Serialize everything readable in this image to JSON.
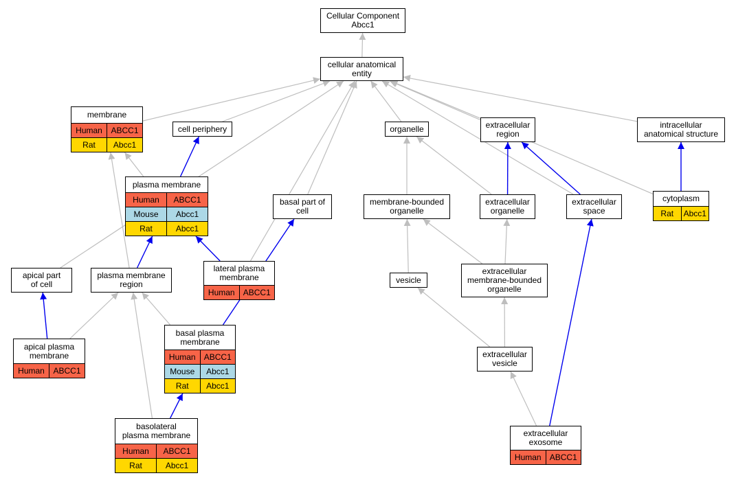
{
  "colors": {
    "Human": "#f76448",
    "Mouse": "#acd8e6",
    "Rat": "#ffd700",
    "is_a": "#bebebe",
    "part_of": "#0000ee"
  },
  "nodes": {
    "root": {
      "label": "Cellular Component\nAbcc1",
      "rows": []
    },
    "cae": {
      "label": "cellular anatomical\nentity",
      "rows": []
    },
    "mem": {
      "label": "membrane",
      "rows": [
        {
          "species": "Human",
          "gene": "ABCC1"
        },
        {
          "species": "Rat",
          "gene": "Abcc1"
        }
      ]
    },
    "cp": {
      "label": "cell periphery",
      "rows": []
    },
    "org": {
      "label": "organelle",
      "rows": []
    },
    "ecr": {
      "label": "extracellular\nregion",
      "rows": []
    },
    "ias": {
      "label": "intracellular\nanatomical structure",
      "rows": []
    },
    "pm": {
      "label": "plasma membrane",
      "rows": [
        {
          "species": "Human",
          "gene": "ABCC1"
        },
        {
          "species": "Mouse",
          "gene": "Abcc1"
        },
        {
          "species": "Rat",
          "gene": "Abcc1"
        }
      ]
    },
    "bpc": {
      "label": "basal part of\ncell",
      "rows": []
    },
    "mbo": {
      "label": "membrane-bounded\norganelle",
      "rows": []
    },
    "eco": {
      "label": "extracellular\norganelle",
      "rows": []
    },
    "ecs": {
      "label": "extracellular\nspace",
      "rows": []
    },
    "cyto": {
      "label": "cytoplasm",
      "rows": [
        {
          "species": "Rat",
          "gene": "Abcc1"
        }
      ]
    },
    "lpm": {
      "label": "lateral plasma\nmembrane",
      "rows": [
        {
          "species": "Human",
          "gene": "ABCC1"
        }
      ]
    },
    "apc": {
      "label": "apical part\nof cell",
      "rows": []
    },
    "pmr": {
      "label": "plasma membrane\nregion",
      "rows": []
    },
    "ves": {
      "label": "vesicle",
      "rows": []
    },
    "ecmbo": {
      "label": "extracellular\nmembrane-bounded\norganelle",
      "rows": []
    },
    "apm": {
      "label": "apical plasma\nmembrane",
      "rows": [
        {
          "species": "Human",
          "gene": "ABCC1"
        }
      ]
    },
    "bapm": {
      "label": "basal plasma\nmembrane",
      "rows": [
        {
          "species": "Human",
          "gene": "ABCC1"
        },
        {
          "species": "Mouse",
          "gene": "Abcc1"
        },
        {
          "species": "Rat",
          "gene": "Abcc1"
        }
      ]
    },
    "ecv": {
      "label": "extracellular\nvesicle",
      "rows": []
    },
    "blpm": {
      "label": "basolateral\nplasma membrane",
      "rows": [
        {
          "species": "Human",
          "gene": "ABCC1"
        },
        {
          "species": "Rat",
          "gene": "Abcc1"
        }
      ]
    },
    "exo": {
      "label": "extracellular\nexosome",
      "rows": [
        {
          "species": "Human",
          "gene": "ABCC1"
        }
      ]
    }
  },
  "edges": [
    {
      "from": "cae",
      "to": "root",
      "type": "is_a"
    },
    {
      "from": "mem",
      "to": "cae",
      "type": "is_a"
    },
    {
      "from": "cp",
      "to": "cae",
      "type": "is_a"
    },
    {
      "from": "org",
      "to": "cae",
      "type": "is_a"
    },
    {
      "from": "ecr",
      "to": "cae",
      "type": "is_a"
    },
    {
      "from": "ias",
      "to": "cae",
      "type": "is_a"
    },
    {
      "from": "apc",
      "to": "cae",
      "type": "is_a"
    },
    {
      "from": "lpm",
      "to": "cae",
      "type": "is_a"
    },
    {
      "from": "bpc",
      "to": "cae",
      "type": "is_a"
    },
    {
      "from": "ecs",
      "to": "cae",
      "type": "is_a"
    },
    {
      "from": "cyto",
      "to": "cae",
      "type": "is_a"
    },
    {
      "from": "pm",
      "to": "mem",
      "type": "is_a"
    },
    {
      "from": "pmr",
      "to": "mem",
      "type": "is_a"
    },
    {
      "from": "pm",
      "to": "cp",
      "type": "part_of"
    },
    {
      "from": "pmr",
      "to": "pm",
      "type": "part_of"
    },
    {
      "from": "lpm",
      "to": "pm",
      "type": "part_of"
    },
    {
      "from": "apm",
      "to": "apc",
      "type": "part_of"
    },
    {
      "from": "apm",
      "to": "pmr",
      "type": "is_a"
    },
    {
      "from": "bapm",
      "to": "pmr",
      "type": "is_a"
    },
    {
      "from": "blpm",
      "to": "pmr",
      "type": "is_a"
    },
    {
      "from": "bapm",
      "to": "bpc",
      "type": "part_of"
    },
    {
      "from": "blpm",
      "to": "bapm",
      "type": "part_of"
    },
    {
      "from": "mbo",
      "to": "org",
      "type": "is_a"
    },
    {
      "from": "eco",
      "to": "org",
      "type": "is_a"
    },
    {
      "from": "eco",
      "to": "ecr",
      "type": "part_of"
    },
    {
      "from": "ecs",
      "to": "ecr",
      "type": "part_of"
    },
    {
      "from": "cyto",
      "to": "ias",
      "type": "part_of"
    },
    {
      "from": "ves",
      "to": "mbo",
      "type": "is_a"
    },
    {
      "from": "ecmbo",
      "to": "mbo",
      "type": "is_a"
    },
    {
      "from": "ecmbo",
      "to": "eco",
      "type": "is_a"
    },
    {
      "from": "ecv",
      "to": "ves",
      "type": "is_a"
    },
    {
      "from": "ecv",
      "to": "ecmbo",
      "type": "is_a"
    },
    {
      "from": "exo",
      "to": "ecv",
      "type": "is_a"
    },
    {
      "from": "exo",
      "to": "ecs",
      "type": "part_of"
    }
  ]
}
